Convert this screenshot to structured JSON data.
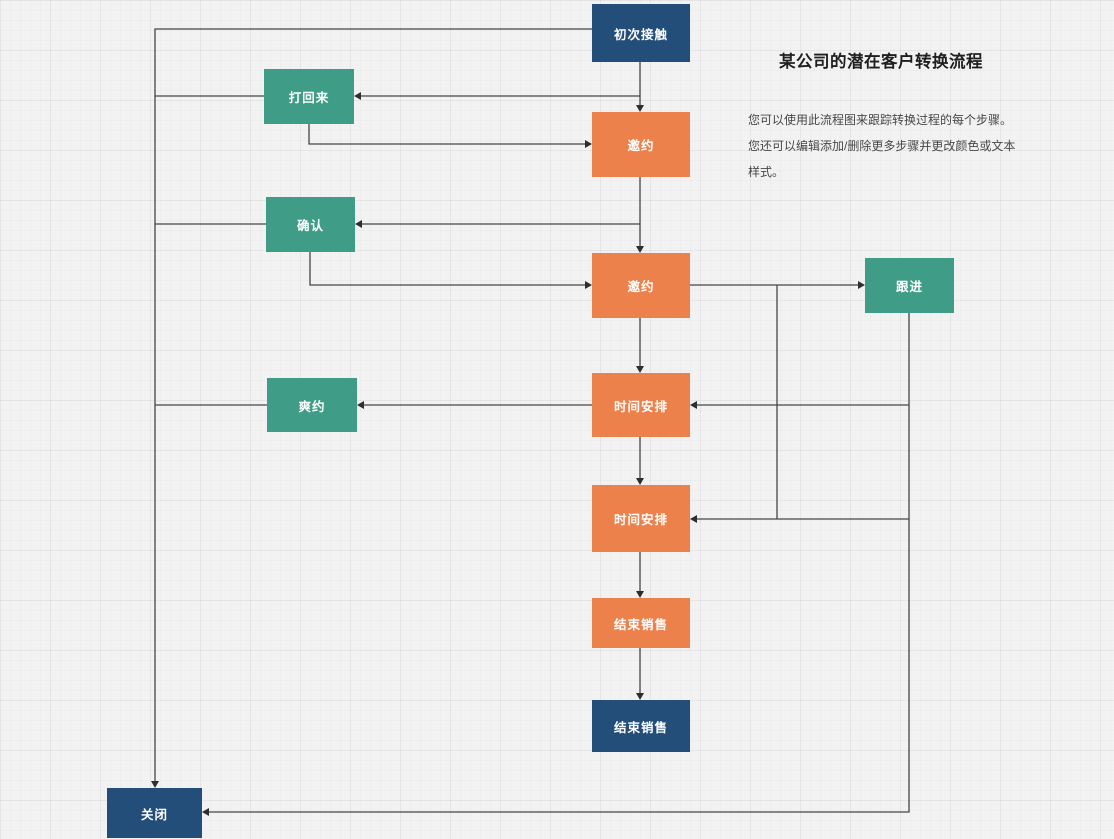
{
  "title": "某公司的潜在客户转换流程",
  "description": "您可以使用此流程图来跟踪转换过程的每个步骤。您还可以编辑添加/删除更多步骤并更改颜色或文本样式。",
  "colors": {
    "canvas_background": "#f2f2f3",
    "node_dark_blue": "#234e7a",
    "node_orange": "#ed814c",
    "node_teal": "#3f9d87",
    "node_text": "#ffffff",
    "connector": "#454545",
    "title_text": "#1f1f1f",
    "body_text": "#474747"
  },
  "nodes": [
    {
      "label": "初次接触",
      "color": "dark-blue"
    },
    {
      "label": "打回来",
      "color": "teal"
    },
    {
      "label": "邀约",
      "color": "orange"
    },
    {
      "label": "确认",
      "color": "teal"
    },
    {
      "label": "邀约",
      "color": "orange"
    },
    {
      "label": "跟进",
      "color": "teal"
    },
    {
      "label": "时间安排",
      "color": "orange"
    },
    {
      "label": "爽约",
      "color": "teal"
    },
    {
      "label": "时间安排",
      "color": "orange"
    },
    {
      "label": "结束销售",
      "color": "orange"
    },
    {
      "label": "结束销售",
      "color": "dark-blue"
    },
    {
      "label": "关闭",
      "color": "dark-blue"
    }
  ]
}
